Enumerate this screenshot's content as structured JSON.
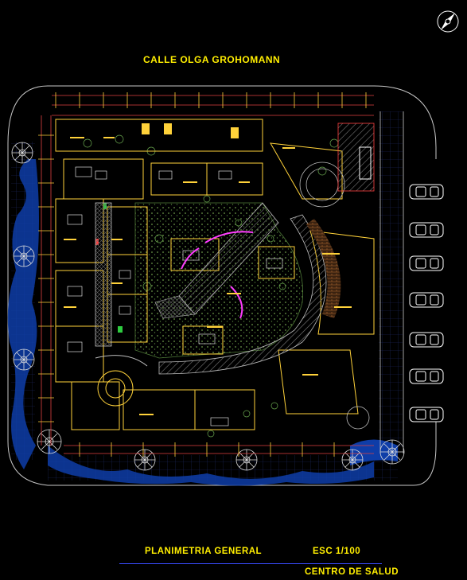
{
  "plan": {
    "street_name": "CALLE OLGA GROHOMANN",
    "drawing_title": "PLANIMETRIA GENERAL",
    "scale": "ESC  1/100",
    "subtitle": "CENTRO DE SALUD"
  },
  "colors": {
    "background": "#000000",
    "title_text": "#ffee00",
    "walls": "#ffd23a",
    "dimension_lines": "#e04040",
    "vegetation": "#5a8a3a",
    "water": "#1e6ae0",
    "curved_accent": "#ff3cff",
    "roof_hatch": "#8a8a8a"
  },
  "icons": {
    "north_arrow": "compass-icon"
  },
  "parking_spaces": 7
}
